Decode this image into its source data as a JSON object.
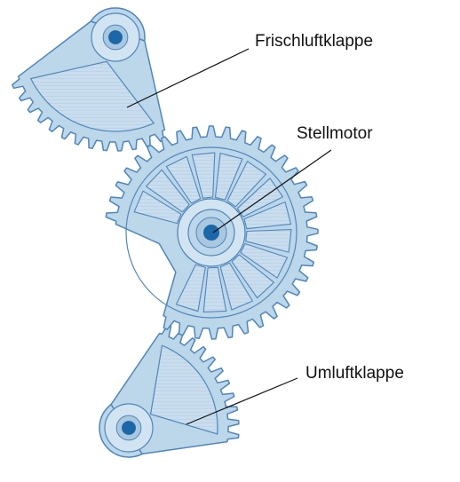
{
  "labels": {
    "fresh_air_flap": "Frischluftklappe",
    "actuator": "Stellmotor",
    "recirc_flap": "Umluftklappe"
  },
  "colors": {
    "fill": "#bcd6ea",
    "fill_light": "#d2e4f2",
    "fill_dark": "#a9c8e0",
    "stroke": "#4f86ba",
    "hub": "#1b67a8",
    "leader": "#111111",
    "text": "#111111"
  },
  "icons": {
    "fresh_air_flap": "sector-gear-icon",
    "actuator": "spur-gear-icon",
    "recirc_flap": "sector-gear-icon"
  }
}
